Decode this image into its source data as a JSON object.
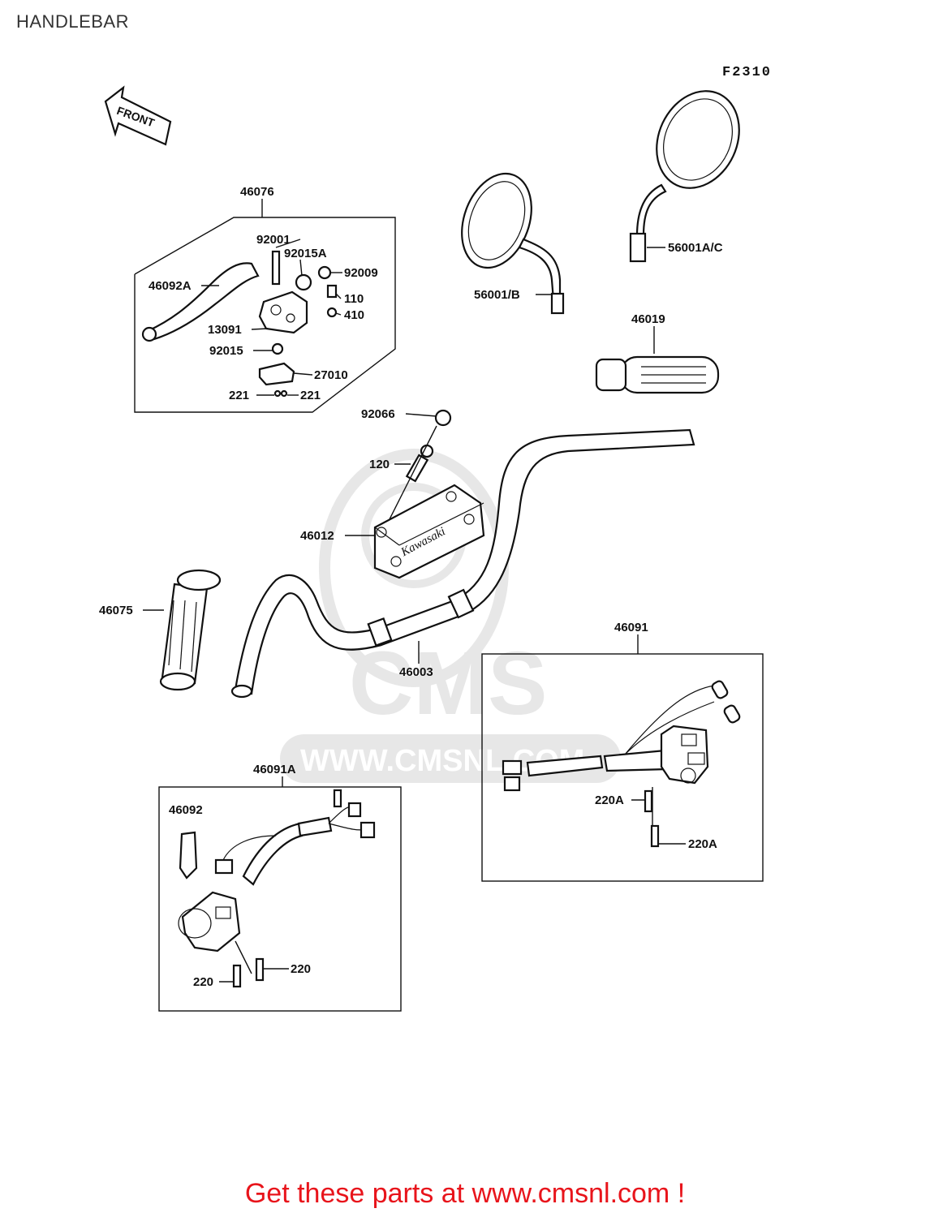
{
  "page": {
    "title": "HANDLEBAR",
    "figure_code": "F2310"
  },
  "front_arrow": {
    "label": "FRONT"
  },
  "watermark": {
    "logo_text": "CMS",
    "url_text": "WWW.CMSNL.COM"
  },
  "footer": {
    "text": "Get these parts at www.cmsnl.com !"
  },
  "brand_on_holder": "Kawasaki",
  "parts": {
    "p46076": "46076",
    "p92001": "92001",
    "p92015A": "92015A",
    "p92009": "92009",
    "p46092A": "46092A",
    "p110": "110",
    "p410": "410",
    "p13091": "13091",
    "p92015": "92015",
    "p27010": "27010",
    "p221a": "221",
    "p221b": "221",
    "p56001AC": "56001A/C",
    "p56001B": "56001/B",
    "p46019": "46019",
    "p92066": "92066",
    "p120": "120",
    "p46012": "46012",
    "p46075": "46075",
    "p46003": "46003",
    "p46091": "46091",
    "p220Aa": "220A",
    "p220Ab": "220A",
    "p46091A": "46091A",
    "p46092": "46092",
    "p220a": "220",
    "p220b": "220"
  }
}
